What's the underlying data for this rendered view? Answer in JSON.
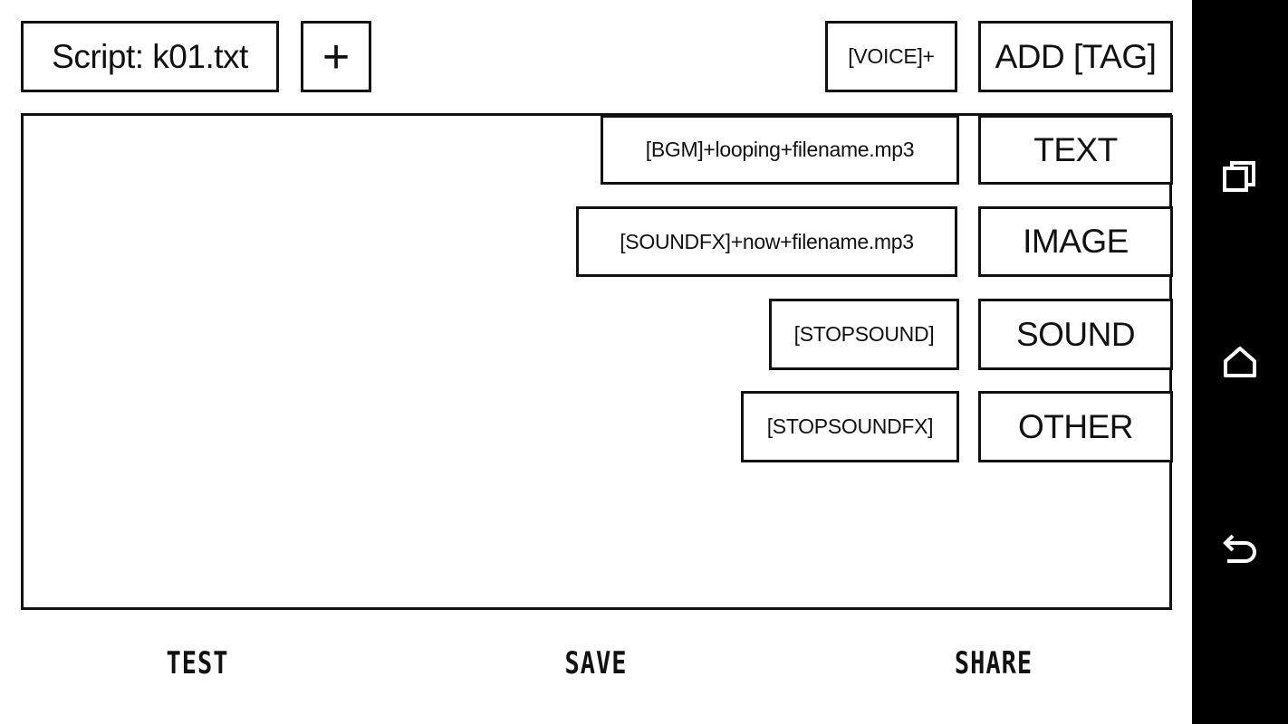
{
  "header": {
    "script_label": "Script: k01.txt",
    "add_label": "+",
    "voice_label": "[VOICE]+",
    "add_tag_label": "ADD [TAG]"
  },
  "tags": [
    {
      "snippet": "[BGM]+looping+filename.mp3",
      "category": "TEXT"
    },
    {
      "snippet": "[SOUNDFX]+now+filename.mp3",
      "category": "IMAGE"
    },
    {
      "snippet": "[STOPSOUND]",
      "category": "SOUND"
    },
    {
      "snippet": "[STOPSOUNDFX]",
      "category": "OTHER"
    }
  ],
  "footer": {
    "test": "TEST",
    "save": "SAVE",
    "share": "SHARE"
  },
  "navbar": {
    "icons": [
      "recent-apps-icon",
      "home-icon",
      "back-icon"
    ]
  }
}
